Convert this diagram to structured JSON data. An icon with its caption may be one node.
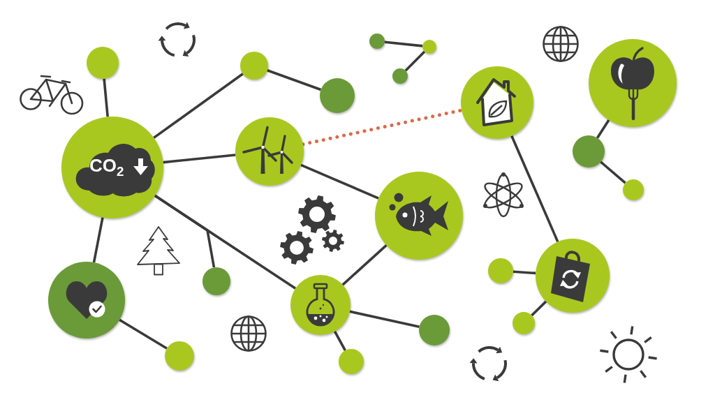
{
  "diagram": {
    "nodes": [
      {
        "text": [],
        "shape": "circle"
      },
      {
        "text": [],
        "shape": "circle"
      },
      {
        "text": [],
        "shape": "circle"
      },
      {
        "text": [],
        "shape": "circle"
      },
      {
        "text": [],
        "shape": "circle"
      },
      {
        "text": [],
        "shape": "circle"
      },
      {
        "text": [],
        "shape": "circle"
      },
      {
        "text": [],
        "shape": "circle"
      },
      {
        "text": [
          "CO$_{2}$"
        ]
      },
      {
        "text": [],
        "shape": "circle"
      },
      {
        "text": [],
        "shape": "circle"
      },
      {
        "text": [],
        "shape": "circle"
      },
      {
        "text": [],
        "shape": "circle"
      },
      {
        "text": [],
        "shape": "circle"
      },
      {
        "text": [],
        "shape": "circle"
      },
      {
        "text": [],
        "shape": "circle"
      },
      {
        "text": [],
        "shape": "circle"
      },
      {
        "text": [],
        "shape": "circle"
      },
      {
        "text": [],
        "shape": "circle"
      },
      {
        "text": [],
        "shape": "circle"
      },
      {
        "text": [],
        "shape": "circle"
      },
      {
        "text": [],
        "shape": "circle"
      }
    ],
    "edges": [
      {
        "from": 0,
        "to": 8,
        "arrow": "none"
      },
      {
        "from": 8,
        "to": 1,
        "arrow": "none"
      },
      {
        "from": 1,
        "to": 2,
        "arrow": "none"
      },
      {
        "from": 3,
        "to": 4,
        "arrow": "none"
      },
      {
        "from": 4,
        "to": 5,
        "arrow": "none"
      },
      {
        "from": 8,
        "to": 9,
        "arrow": "none"
      },
      {
        "from": 9,
        "to": 6,
        "arrow": "none",
        "style": "dashed",
        "color": "#d9694a"
      },
      {
        "from": 9,
        "to": 12,
        "arrow": "none"
      },
      {
        "from": 6,
        "to": 15,
        "arrow": "none"
      },
      {
        "from": 7,
        "to": 10,
        "arrow": "none"
      },
      {
        "from": 10,
        "to": 11,
        "arrow": "none"
      },
      {
        "from": 8,
        "to": 17,
        "arrow": "none"
      },
      {
        "from": 8,
        "to": 13,
        "arrow": "none"
      },
      {
        "from": 8,
        "to": 14,
        "arrow": "none"
      },
      {
        "from": 12,
        "to": 17,
        "arrow": "none"
      },
      {
        "from": 16,
        "to": 15,
        "arrow": "none"
      },
      {
        "from": 18,
        "to": 15,
        "arrow": "none"
      },
      {
        "from": 17,
        "to": 19,
        "arrow": "none"
      },
      {
        "from": 17,
        "to": 21,
        "arrow": "none"
      },
      {
        "from": 14,
        "to": 20,
        "arrow": "none"
      }
    ]
  }
}
